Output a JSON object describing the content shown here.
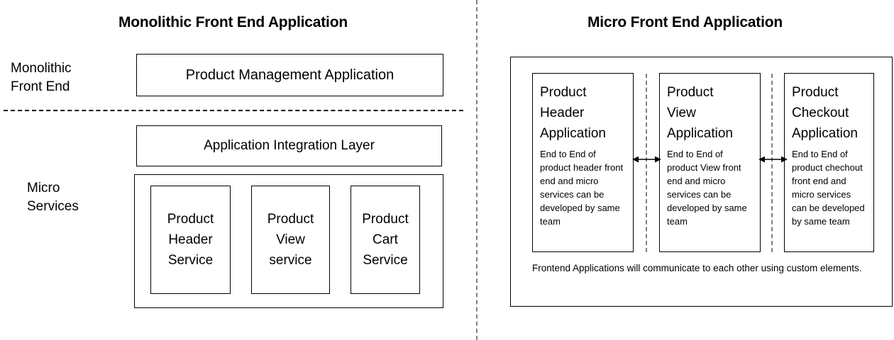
{
  "diagram": {
    "type": "comparison-architecture-diagram",
    "panels": [
      {
        "id": "monolithic",
        "title": "Monolithic Front End Application",
        "row_labels": [
          {
            "id": "monolithic-front-end",
            "text": "Monolithic\nFront End"
          },
          {
            "id": "micro-services",
            "text": "Micro\nServices"
          }
        ],
        "boxes": [
          {
            "id": "product-management-application",
            "label": "Product Management Application"
          },
          {
            "id": "application-integration-layer",
            "label": "Application Integration Layer"
          }
        ],
        "services_container": {
          "id": "micro-services-container",
          "services": [
            {
              "id": "product-header-service",
              "label": "Product\nHeader\nService"
            },
            {
              "id": "product-view-service",
              "label": "Product\nView\nservice"
            },
            {
              "id": "product-cart-service",
              "label": "Product\nCart\nService"
            }
          ]
        }
      },
      {
        "id": "micro-frontend",
        "title": "Micro Front End Application",
        "applications": [
          {
            "id": "product-header-application",
            "title": "Product\nHeader\nApplication",
            "description": "End to End of product header front end and micro services can be developed by same team"
          },
          {
            "id": "product-view-application",
            "title": "Product\nView\nApplication",
            "description": "End to End of product View front end and micro services can be developed by same team"
          },
          {
            "id": "product-checkout-application",
            "title": "Product\nCheckout\nApplication",
            "description": "End to End of product chechout front end and micro services can be developed by same team"
          }
        ],
        "caption": "Frontend Applications will communicate to each other using custom elements."
      }
    ],
    "colors": {
      "background": "#ffffff",
      "stroke": "#000000",
      "dashed_divider": "#808080",
      "text": "#000000"
    }
  }
}
